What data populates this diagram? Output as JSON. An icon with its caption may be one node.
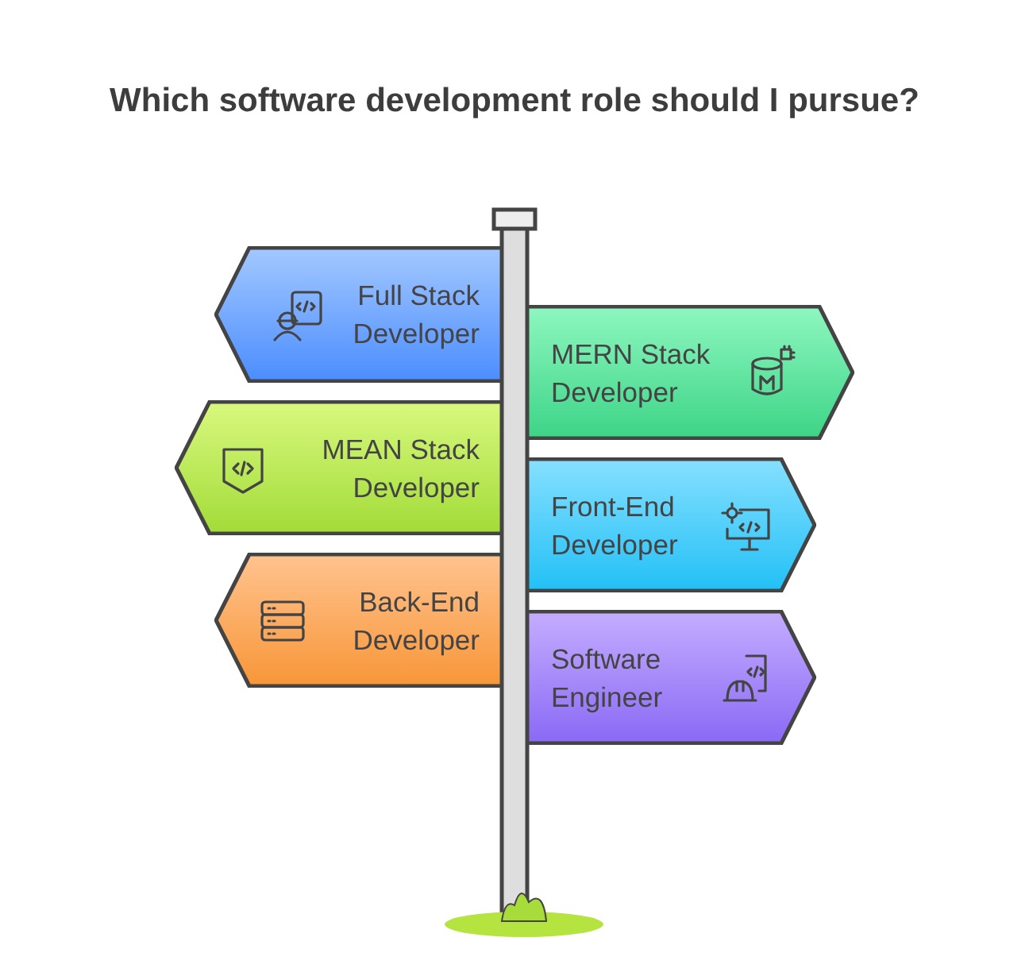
{
  "diagram": {
    "title": "Which software development role should I pursue?",
    "nodes": [
      {
        "text": [
          "Full Stack Developer"
        ]
      },
      {
        "text": [
          "MERN Stack Developer"
        ]
      },
      {
        "text": [
          "MEAN Stack Developer"
        ]
      },
      {
        "text": [
          "Front-End Developer"
        ]
      },
      {
        "text": [
          "Back-End Developer"
        ]
      },
      {
        "text": [
          "Software Engineer"
        ]
      }
    ]
  }
}
